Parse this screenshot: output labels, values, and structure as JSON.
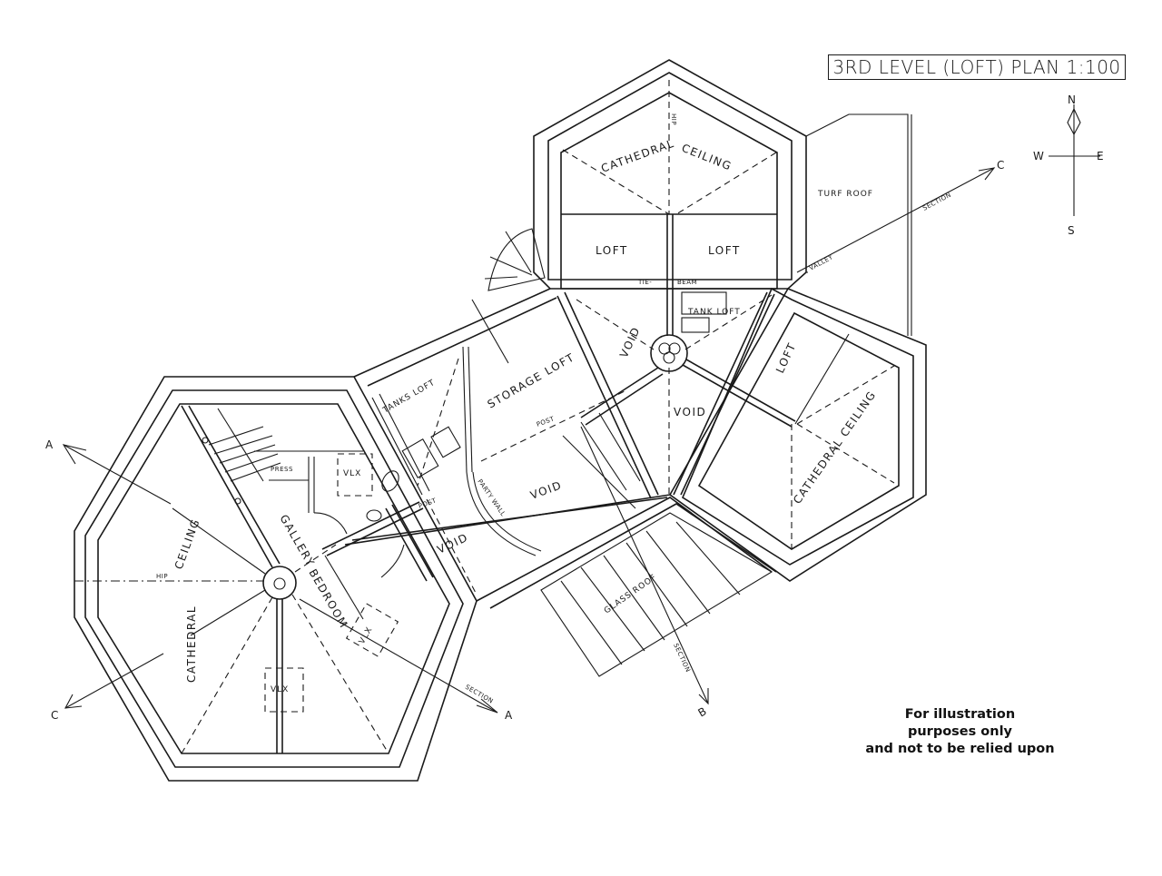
{
  "title": "3RD LEVEL (LOFT) PLAN 1:100",
  "disclaimer": {
    "line1": "For illustration",
    "line2": "purposes only",
    "line3": "and not to be relied upon"
  },
  "compass": {
    "n": "N",
    "s": "S",
    "e": "E",
    "w": "W"
  },
  "sections": {
    "a_label": "A",
    "b_label": "B",
    "c_label": "C",
    "section_text": "SECTION"
  },
  "rooms": {
    "north_pod": {
      "cathedral": "CATHEDRAL",
      "ceiling": "CEILING",
      "loft_left": "LOFT",
      "loft_right": "LOFT",
      "tie": "TIE-",
      "beam": "BEAM",
      "tank_loft": "TANK LOFT"
    },
    "turf_roof": "TURF ROOF",
    "east_pod": {
      "loft": "LOFT",
      "cathedral_ceiling": "CATHEDRAL CEILING"
    },
    "center": {
      "void_north": "VOID",
      "void_east": "VOID",
      "void_south": "VOID",
      "void_west": "VOID",
      "storage_loft": "STORAGE LOFT",
      "tanks_loft": "TANKS LOFT",
      "party_wall": "PARTY WALL",
      "post": "POST",
      "glass_roof": "GLASS ROOF"
    },
    "west_pod": {
      "cathedral": "CATHEDRAL",
      "ceiling": "CEILING",
      "gallery": "GALLERY",
      "bedroom": "BEDROOM",
      "press": "PRESS",
      "vlx": "VLX"
    }
  },
  "annotations": {
    "hip": "HIP",
    "valley": "VALLEY",
    "tie": "TIE-",
    "beam": "BEAM"
  }
}
